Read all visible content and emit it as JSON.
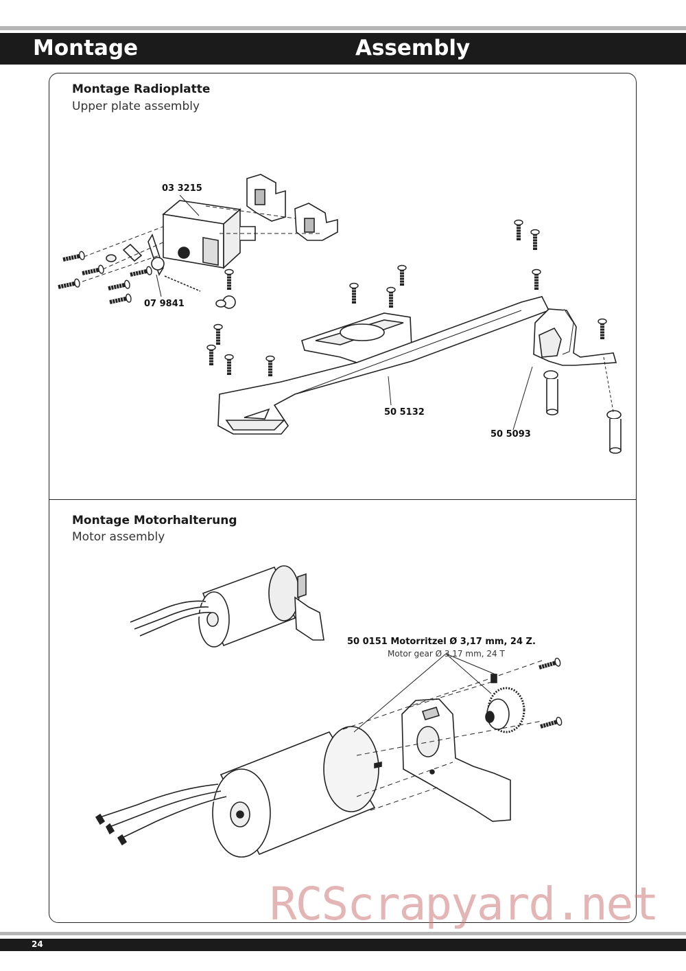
{
  "header": {
    "left_title": "Montage",
    "right_title": "Assembly"
  },
  "section1": {
    "title": "Montage Radioplatte",
    "subtitle": "Upper plate assembly",
    "parts": [
      "03 3215",
      "07 9841",
      "50 5132",
      "50 5093"
    ]
  },
  "section2": {
    "title": "Montage Motorhalterung",
    "subtitle": "Motor assembly",
    "pinion_label": "50 0151 Motorritzel Ø 3,17 mm,  24 Z.",
    "pinion_label_en": "Motor gear Ø 3,17 mm, 24 T"
  },
  "watermark": "RCScrapyard.net",
  "footer": {
    "page_number": "24"
  }
}
